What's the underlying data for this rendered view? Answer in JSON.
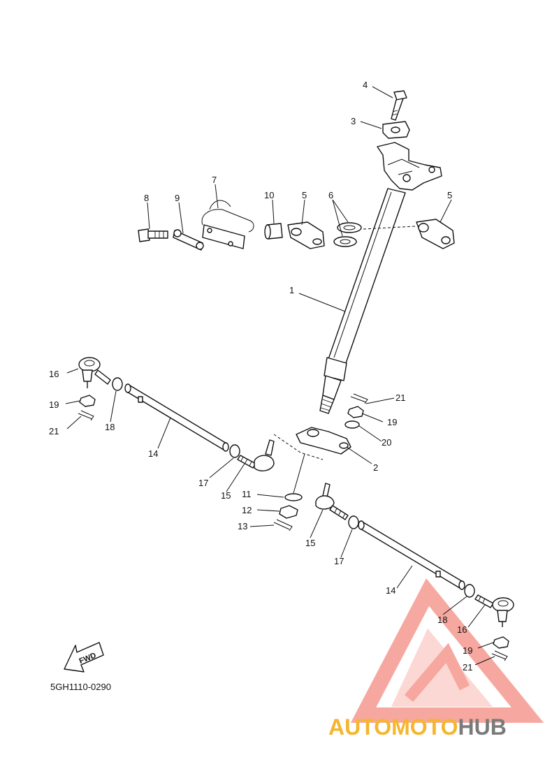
{
  "diagram": {
    "drawing_code": "5GH1110-0290",
    "fwd_label": "FWD",
    "callouts": {
      "c1": "1",
      "c2": "2",
      "c3": "3",
      "c4": "4",
      "c5a": "5",
      "c5b": "5",
      "c6": "6",
      "c7": "7",
      "c8": "8",
      "c9": "9",
      "c10": "10",
      "c11": "11",
      "c12": "12",
      "c13": "13",
      "c14a": "14",
      "c14b": "14",
      "c15a": "15",
      "c15b": "15",
      "c16a": "16",
      "c16b": "16",
      "c17a": "17",
      "c17b": "17",
      "c18a": "18",
      "c18b": "18",
      "c19a": "19",
      "c19b": "19",
      "c19c": "19",
      "c20": "20",
      "c21a": "21",
      "c21b": "21",
      "c21c": "21"
    }
  },
  "watermark": {
    "brand_part1": "AUTOMOTO",
    "brand_part2": "HUB",
    "color_primary": "#f07c6e",
    "color_accent": "#f5b52e",
    "color_gray": "#7a7a7a"
  }
}
